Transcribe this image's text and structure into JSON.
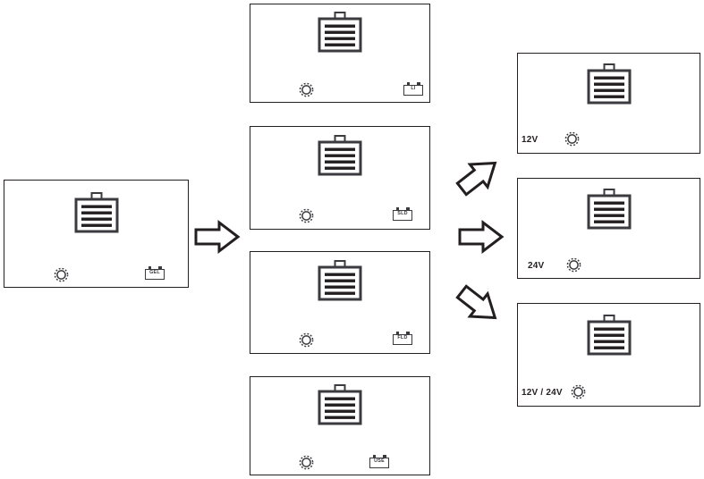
{
  "diagram": {
    "title": "Battery type and system voltage selection flow",
    "stroke_color": "#231f20",
    "icon_color": "#3b3b3f",
    "background": "#ffffff"
  },
  "start_panel": {
    "name": "gel-screen",
    "battery_icon": "battery-icon",
    "gear_icon": "gear-icon",
    "tag_label": "GEL"
  },
  "battery_type_panels": [
    {
      "name": "li-screen",
      "tag_label": "LI",
      "battery_icon": "battery-icon",
      "gear_icon": "gear-icon"
    },
    {
      "name": "sld-screen",
      "tag_label": "SLD",
      "battery_icon": "battery-icon",
      "gear_icon": "gear-icon"
    },
    {
      "name": "fld-screen",
      "tag_label": "FLD",
      "battery_icon": "battery-icon",
      "gear_icon": "gear-icon"
    },
    {
      "name": "use-screen",
      "tag_label": "USE",
      "battery_icon": "battery-icon",
      "gear_icon": "gear-icon"
    }
  ],
  "voltage_panels": [
    {
      "name": "voltage-12v-screen",
      "voltage_label": "12V",
      "battery_icon": "battery-icon",
      "gear_icon": "gear-icon"
    },
    {
      "name": "voltage-24v-screen",
      "voltage_label": "24V",
      "battery_icon": "battery-icon",
      "gear_icon": "gear-icon"
    },
    {
      "name": "voltage-12v-24v-screen",
      "voltage_label": "12V / 24V",
      "battery_icon": "battery-icon",
      "gear_icon": "gear-icon"
    }
  ],
  "arrows": [
    {
      "name": "arrow-start-to-types",
      "direction": "right"
    },
    {
      "name": "arrow-types-to-12v",
      "direction": "up-right"
    },
    {
      "name": "arrow-types-to-24v",
      "direction": "right"
    },
    {
      "name": "arrow-types-to-12v-24v",
      "direction": "down-right"
    }
  ]
}
